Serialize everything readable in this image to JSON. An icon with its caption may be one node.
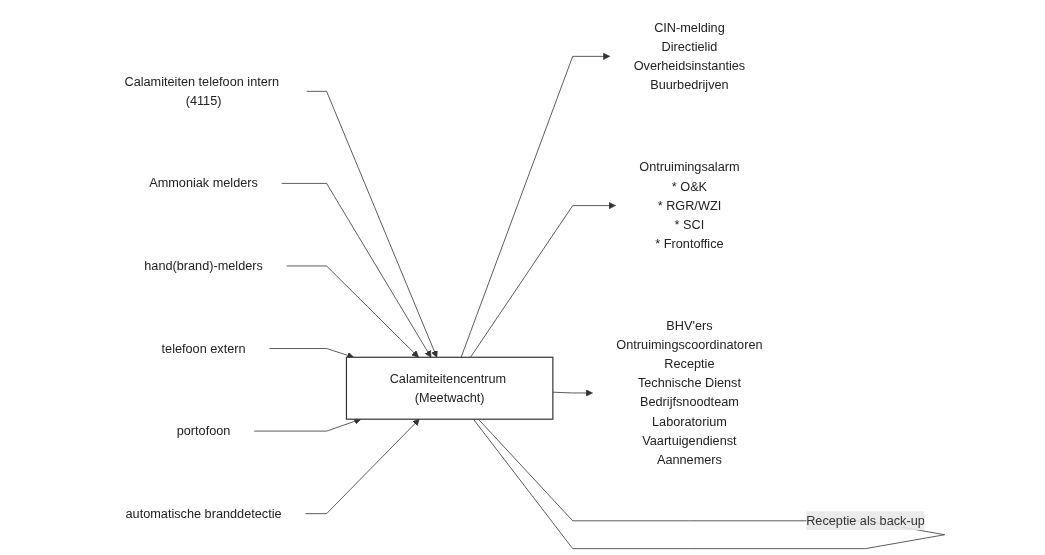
{
  "diagram": {
    "nodes": [
      {
        "text": [
          "Calamiteiten telefoon intern (4115)"
        ]
      },
      {
        "text": [
          "Ammoniak melders"
        ]
      },
      {
        "text": [
          "hand(brand)-melders"
        ]
      },
      {
        "text": [
          "CIN-melding",
          "Directielid",
          "Overheidsinstanties",
          "Buurbedrijven"
        ]
      },
      {
        "text": [
          "Calamiteitencentrum (Meetwacht)"
        ]
      },
      {
        "text": [
          "Ontruimingsalarm",
          "* O&K",
          "* RGR/WZI",
          "* SCI",
          "* Frontoffice"
        ]
      },
      {
        "text": [
          "BHV'ers",
          "Ontruimingscoordinatoren",
          "Receptie",
          "Technische Dienst",
          "Bedrijfsnoodteam",
          "Laboratorium",
          "Vaartuigendienst",
          "Aannemers"
        ]
      },
      {
        "text": [
          "telefoon extern"
        ]
      },
      {
        "text": [
          "portofoon"
        ]
      },
      {
        "text": [
          "automatische branddetectie"
        ]
      }
    ],
    "edges": [
      {
        "from": 0,
        "to": 4,
        "arrow": "to"
      },
      {
        "from": 1,
        "to": 4,
        "arrow": "to"
      },
      {
        "from": 2,
        "to": 4,
        "arrow": "to"
      },
      {
        "from": 4,
        "to": 3,
        "arrow": "to"
      },
      {
        "from": 4,
        "to": 5,
        "arrow": "to"
      },
      {
        "from": 4,
        "to": 6,
        "arrow": "to"
      },
      {
        "from": 4,
        "to": 4,
        "arrow": "none",
        "label": "Receptie als back-up"
      },
      {
        "from": 7,
        "to": 4,
        "arrow": "to"
      },
      {
        "from": 8,
        "to": 4,
        "arrow": "to"
      },
      {
        "from": 9,
        "to": 4,
        "arrow": "to"
      }
    ]
  }
}
